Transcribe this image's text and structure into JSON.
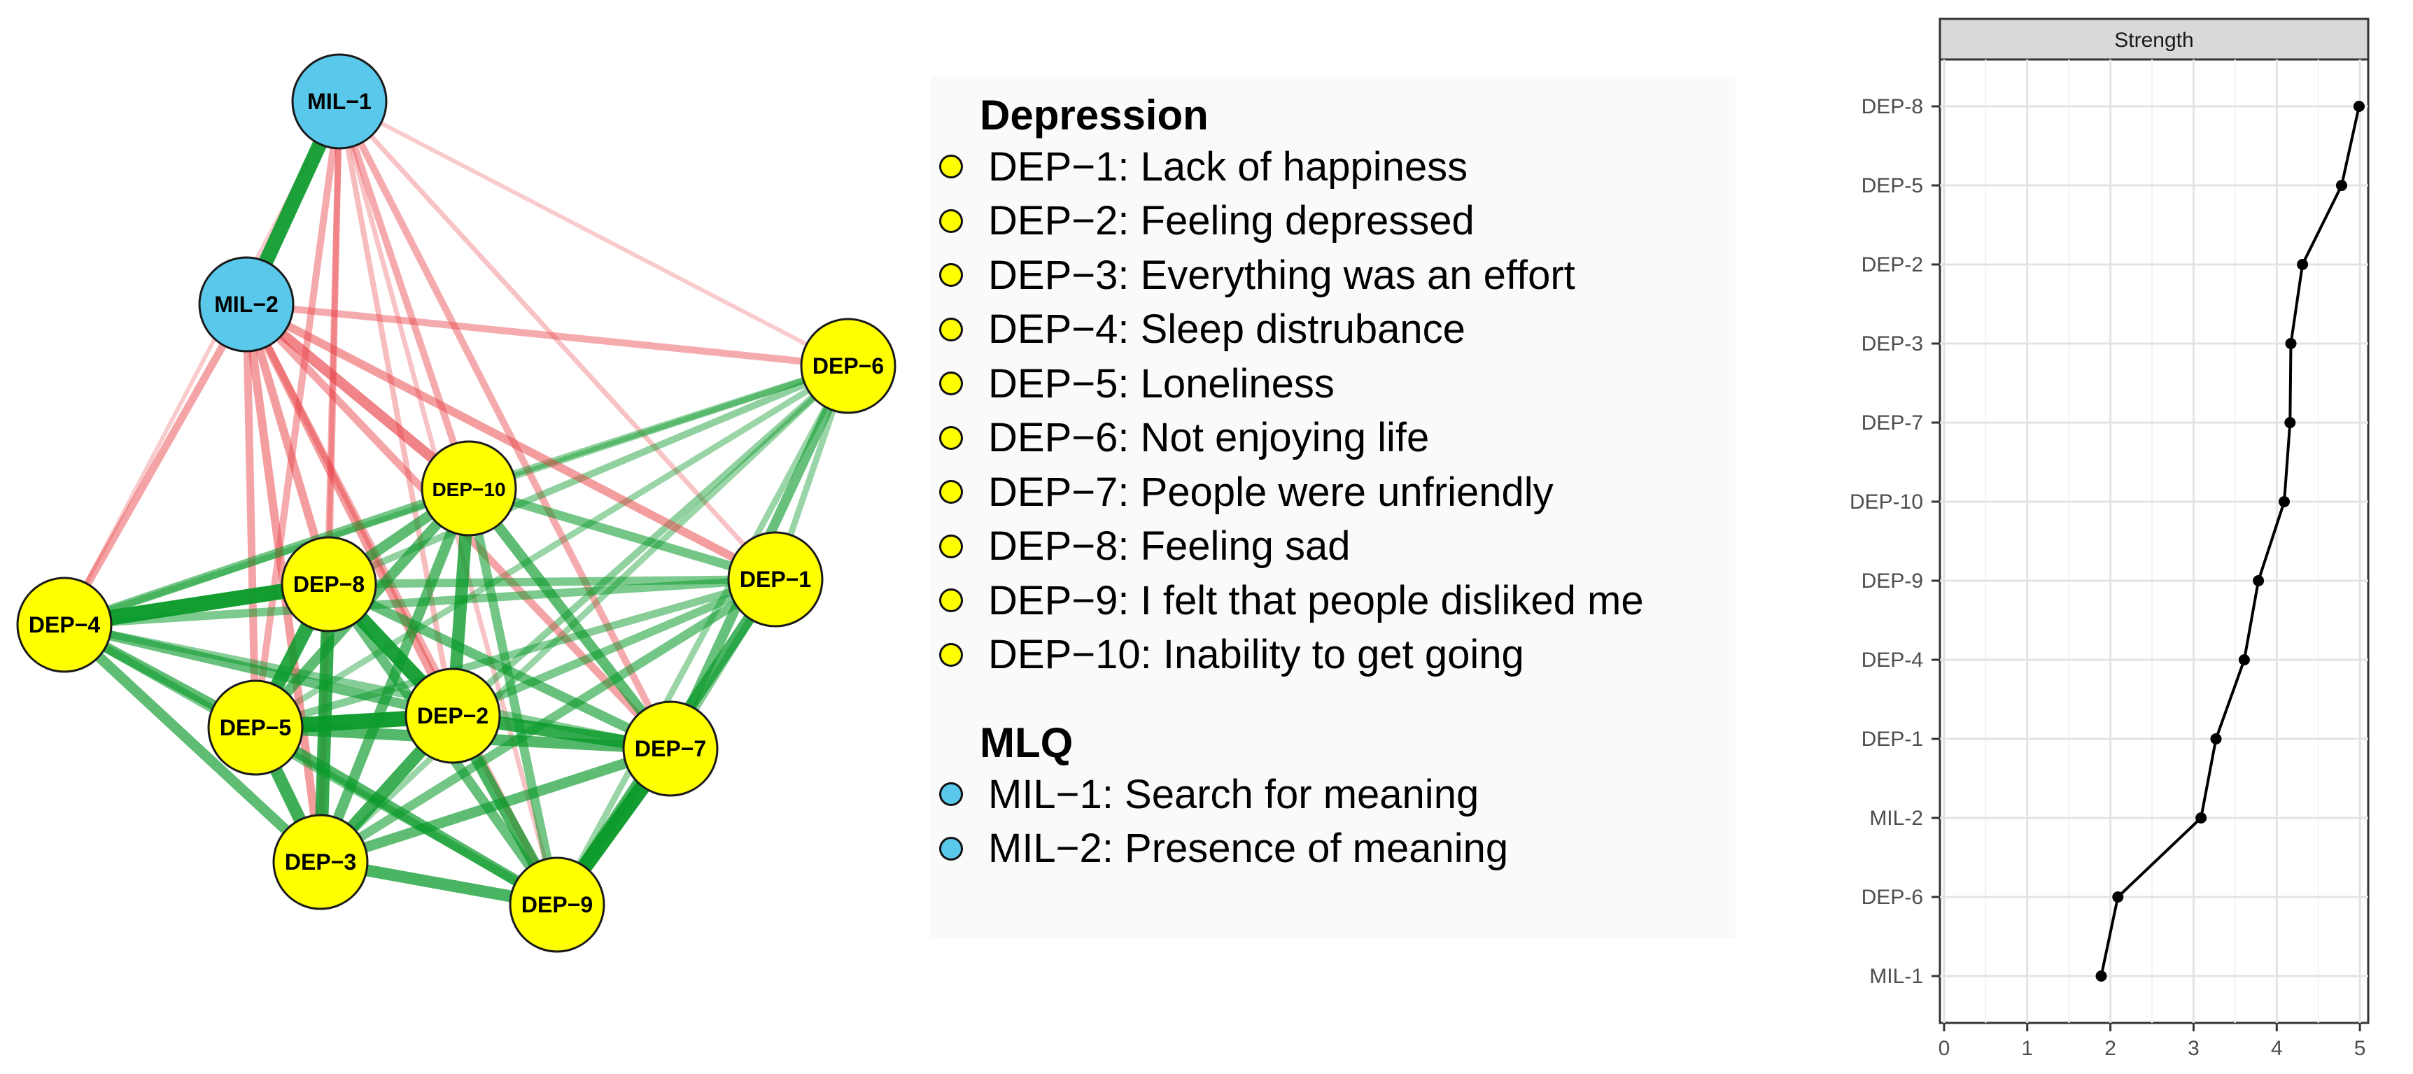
{
  "colors": {
    "depression_node": "#ffff00",
    "mlq_node": "#5ac8ea",
    "positive_edge": "#0a9a2a",
    "negative_edge": "#e8454a",
    "panel_header": "#d9d9d9"
  },
  "network": {
    "nodes": [
      {
        "id": "MIL-1",
        "label": "MIL−1",
        "group": "mlq"
      },
      {
        "id": "MIL-2",
        "label": "MIL−2",
        "group": "mlq"
      },
      {
        "id": "DEP-6",
        "label": "DEP−6",
        "group": "dep"
      },
      {
        "id": "DEP-10",
        "label": "DEP−10",
        "group": "dep"
      },
      {
        "id": "DEP-1",
        "label": "DEP−1",
        "group": "dep"
      },
      {
        "id": "DEP-8",
        "label": "DEP−8",
        "group": "dep"
      },
      {
        "id": "DEP-4",
        "label": "DEP−4",
        "group": "dep"
      },
      {
        "id": "DEP-5",
        "label": "DEP−5",
        "group": "dep"
      },
      {
        "id": "DEP-2",
        "label": "DEP−2",
        "group": "dep"
      },
      {
        "id": "DEP-7",
        "label": "DEP−7",
        "group": "dep"
      },
      {
        "id": "DEP-3",
        "label": "DEP−3",
        "group": "dep"
      },
      {
        "id": "DEP-9",
        "label": "DEP−9",
        "group": "dep"
      }
    ],
    "edges": [
      {
        "source": "MIL-1",
        "target": "MIL-2",
        "sign": "positive",
        "weight": 0.9
      },
      {
        "source": "MIL-1",
        "target": "DEP-6",
        "sign": "negative",
        "weight": 0.15
      },
      {
        "source": "MIL-1",
        "target": "DEP-10",
        "sign": "negative",
        "weight": 0.35
      },
      {
        "source": "MIL-1",
        "target": "DEP-1",
        "sign": "negative",
        "weight": 0.2
      },
      {
        "source": "MIL-1",
        "target": "DEP-7",
        "sign": "negative",
        "weight": 0.35
      },
      {
        "source": "MIL-1",
        "target": "DEP-8",
        "sign": "negative",
        "weight": 0.3
      },
      {
        "source": "MIL-1",
        "target": "DEP-5",
        "sign": "negative",
        "weight": 0.35
      },
      {
        "source": "MIL-1",
        "target": "DEP-2",
        "sign": "negative",
        "weight": 0.25
      },
      {
        "source": "MIL-1",
        "target": "DEP-3",
        "sign": "negative",
        "weight": 0.3
      },
      {
        "source": "MIL-1",
        "target": "DEP-4",
        "sign": "negative",
        "weight": 0.15
      },
      {
        "source": "MIL-1",
        "target": "DEP-9",
        "sign": "negative",
        "weight": 0.2
      },
      {
        "source": "MIL-2",
        "target": "DEP-6",
        "sign": "negative",
        "weight": 0.35
      },
      {
        "source": "MIL-2",
        "target": "DEP-10",
        "sign": "negative",
        "weight": 0.6
      },
      {
        "source": "MIL-2",
        "target": "DEP-1",
        "sign": "negative",
        "weight": 0.45
      },
      {
        "source": "MIL-2",
        "target": "DEP-4",
        "sign": "negative",
        "weight": 0.4
      },
      {
        "source": "MIL-2",
        "target": "DEP-8",
        "sign": "negative",
        "weight": 0.45
      },
      {
        "source": "MIL-2",
        "target": "DEP-5",
        "sign": "negative",
        "weight": 0.4
      },
      {
        "source": "MIL-2",
        "target": "DEP-2",
        "sign": "negative",
        "weight": 0.45
      },
      {
        "source": "MIL-2",
        "target": "DEP-3",
        "sign": "negative",
        "weight": 0.45
      },
      {
        "source": "MIL-2",
        "target": "DEP-7",
        "sign": "negative",
        "weight": 0.4
      },
      {
        "source": "MIL-2",
        "target": "DEP-9",
        "sign": "negative",
        "weight": 0.35
      },
      {
        "source": "DEP-6",
        "target": "DEP-10",
        "sign": "positive",
        "weight": 0.35
      },
      {
        "source": "DEP-6",
        "target": "DEP-8",
        "sign": "positive",
        "weight": 0.35
      },
      {
        "source": "DEP-6",
        "target": "DEP-4",
        "sign": "positive",
        "weight": 0.3
      },
      {
        "source": "DEP-6",
        "target": "DEP-5",
        "sign": "positive",
        "weight": 0.3
      },
      {
        "source": "DEP-6",
        "target": "DEP-2",
        "sign": "positive",
        "weight": 0.35
      },
      {
        "source": "DEP-6",
        "target": "DEP-1",
        "sign": "positive",
        "weight": 0.3
      },
      {
        "source": "DEP-6",
        "target": "DEP-7",
        "sign": "positive",
        "weight": 0.55
      },
      {
        "source": "DEP-6",
        "target": "DEP-3",
        "sign": "positive",
        "weight": 0.3
      },
      {
        "source": "DEP-6",
        "target": "DEP-9",
        "sign": "positive",
        "weight": 0.3
      },
      {
        "source": "DEP-10",
        "target": "DEP-8",
        "sign": "positive",
        "weight": 0.6
      },
      {
        "source": "DEP-10",
        "target": "DEP-4",
        "sign": "positive",
        "weight": 0.5
      },
      {
        "source": "DEP-10",
        "target": "DEP-5",
        "sign": "positive",
        "weight": 0.6
      },
      {
        "source": "DEP-10",
        "target": "DEP-2",
        "sign": "positive",
        "weight": 0.75
      },
      {
        "source": "DEP-10",
        "target": "DEP-1",
        "sign": "positive",
        "weight": 0.5
      },
      {
        "source": "DEP-10",
        "target": "DEP-7",
        "sign": "positive",
        "weight": 0.6
      },
      {
        "source": "DEP-10",
        "target": "DEP-3",
        "sign": "positive",
        "weight": 0.6
      },
      {
        "source": "DEP-10",
        "target": "DEP-9",
        "sign": "positive",
        "weight": 0.5
      },
      {
        "source": "DEP-8",
        "target": "DEP-4",
        "sign": "positive",
        "weight": 0.95
      },
      {
        "source": "DEP-8",
        "target": "DEP-5",
        "sign": "positive",
        "weight": 0.85
      },
      {
        "source": "DEP-8",
        "target": "DEP-2",
        "sign": "positive",
        "weight": 0.9
      },
      {
        "source": "DEP-8",
        "target": "DEP-3",
        "sign": "positive",
        "weight": 0.8
      },
      {
        "source": "DEP-8",
        "target": "DEP-1",
        "sign": "positive",
        "weight": 0.45
      },
      {
        "source": "DEP-8",
        "target": "DEP-7",
        "sign": "positive",
        "weight": 0.55
      },
      {
        "source": "DEP-8",
        "target": "DEP-9",
        "sign": "positive",
        "weight": 0.55
      },
      {
        "source": "DEP-4",
        "target": "DEP-5",
        "sign": "positive",
        "weight": 0.6
      },
      {
        "source": "DEP-4",
        "target": "DEP-2",
        "sign": "positive",
        "weight": 0.55
      },
      {
        "source": "DEP-4",
        "target": "DEP-3",
        "sign": "positive",
        "weight": 0.6
      },
      {
        "source": "DEP-4",
        "target": "DEP-1",
        "sign": "positive",
        "weight": 0.45
      },
      {
        "source": "DEP-4",
        "target": "DEP-7",
        "sign": "positive",
        "weight": 0.4
      },
      {
        "source": "DEP-4",
        "target": "DEP-9",
        "sign": "positive",
        "weight": 0.45
      },
      {
        "source": "DEP-5",
        "target": "DEP-2",
        "sign": "positive",
        "weight": 0.95
      },
      {
        "source": "DEP-5",
        "target": "DEP-3",
        "sign": "positive",
        "weight": 0.75
      },
      {
        "source": "DEP-5",
        "target": "DEP-7",
        "sign": "positive",
        "weight": 0.65
      },
      {
        "source": "DEP-5",
        "target": "DEP-9",
        "sign": "positive",
        "weight": 0.65
      },
      {
        "source": "DEP-5",
        "target": "DEP-1",
        "sign": "positive",
        "weight": 0.4
      },
      {
        "source": "DEP-2",
        "target": "DEP-7",
        "sign": "positive",
        "weight": 0.8
      },
      {
        "source": "DEP-2",
        "target": "DEP-3",
        "sign": "positive",
        "weight": 0.75
      },
      {
        "source": "DEP-2",
        "target": "DEP-9",
        "sign": "positive",
        "weight": 0.7
      },
      {
        "source": "DEP-2",
        "target": "DEP-1",
        "sign": "positive",
        "weight": 0.45
      },
      {
        "source": "DEP-1",
        "target": "DEP-7",
        "sign": "positive",
        "weight": 0.4
      },
      {
        "source": "DEP-1",
        "target": "DEP-3",
        "sign": "positive",
        "weight": 0.5
      },
      {
        "source": "DEP-1",
        "target": "DEP-9",
        "sign": "positive",
        "weight": 0.7
      },
      {
        "source": "DEP-7",
        "target": "DEP-9",
        "sign": "positive",
        "weight": 0.95
      },
      {
        "source": "DEP-7",
        "target": "DEP-3",
        "sign": "positive",
        "weight": 0.6
      },
      {
        "source": "DEP-3",
        "target": "DEP-9",
        "sign": "positive",
        "weight": 0.7
      }
    ]
  },
  "legend": {
    "groups": [
      {
        "title": "Depression",
        "color_key": "depression_node",
        "items": [
          "DEP−1: Lack of happiness",
          "DEP−2: Feeling depressed",
          "DEP−3: Everything was an effort",
          "DEP−4: Sleep distrubance",
          "DEP−5: Loneliness",
          "DEP−6: Not enjoying life",
          "DEP−7: People were unfriendly",
          "DEP−8: Feeling sad",
          "DEP−9: I felt that people disliked me",
          "DEP−10: Inability to get going"
        ]
      },
      {
        "title": "MLQ",
        "color_key": "mlq_node",
        "items": [
          "MIL−1: Search for meaning",
          "MIL−2: Presence of meaning"
        ]
      }
    ]
  },
  "chart_data": {
    "type": "line",
    "title": "Strength",
    "categories": [
      "DEP-8",
      "DEP-5",
      "DEP-2",
      "DEP-3",
      "DEP-7",
      "DEP-10",
      "DEP-9",
      "DEP-4",
      "DEP-1",
      "MIL-2",
      "DEP-6",
      "MIL-1"
    ],
    "values": [
      4.99,
      4.78,
      4.31,
      4.17,
      4.16,
      4.09,
      3.78,
      3.61,
      3.27,
      3.09,
      2.09,
      1.89
    ],
    "xlim": [
      -0.05,
      5.1
    ],
    "xticks": [
      0,
      1,
      2,
      3,
      4,
      5
    ],
    "grid": true,
    "orientation": "horizontal"
  }
}
